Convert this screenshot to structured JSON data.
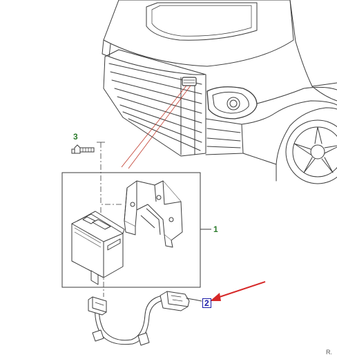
{
  "callouts": {
    "c1": "1",
    "c2": "2",
    "c3": "3"
  },
  "reference_code": "R.",
  "colors": {
    "line": "#3a3a3a",
    "callout_text": "#2a7a2a",
    "callout_box_text": "#1a1aa8",
    "leader_red": "#c0392b",
    "pointer_arrow": "#d62828"
  }
}
